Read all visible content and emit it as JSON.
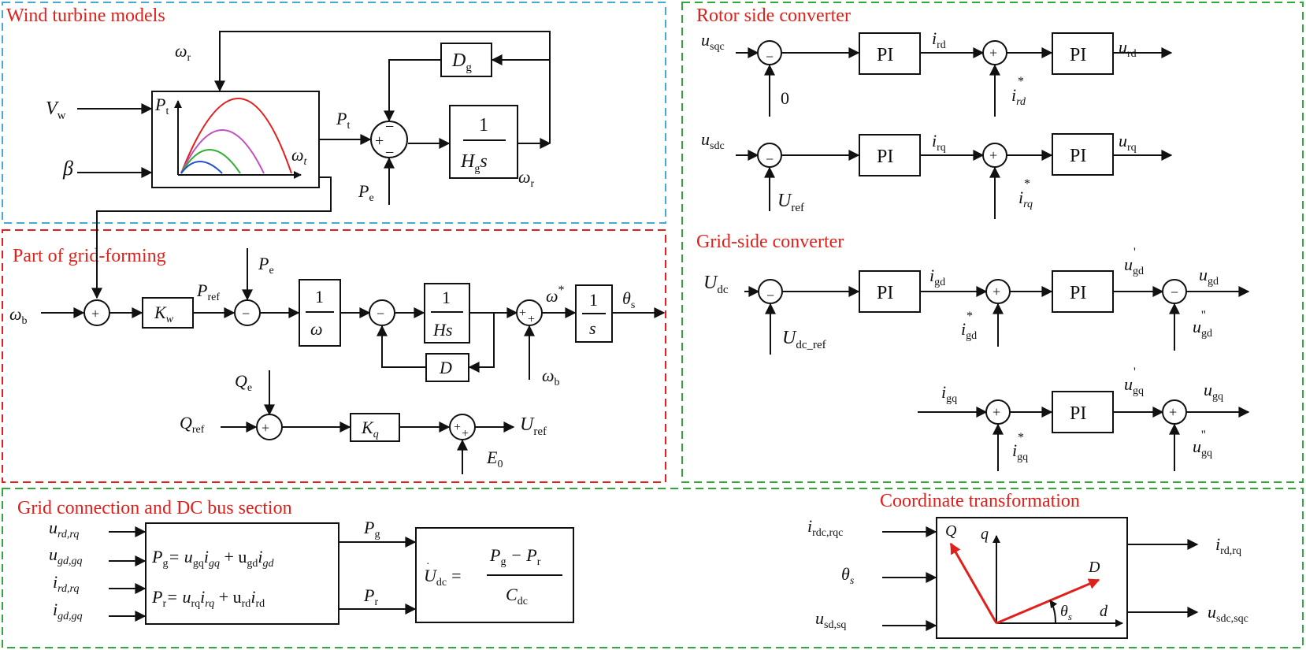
{
  "sections": {
    "wind_turbine": "Wind turbine models",
    "rotor_side": "Rotor side converter",
    "grid_forming": "Part of grid-forming",
    "grid_side": "Grid-side converter",
    "grid_connection": "Grid connection and DC bus section",
    "coordinate": "Coordinate transformation"
  },
  "wind": {
    "in_vw": "V",
    "in_vw_sub": "w",
    "in_beta": "β",
    "omega_r": "ω",
    "omega_r_sub": "r",
    "pt": "P",
    "pt_sub": "t",
    "omega_t": "ω",
    "omega_t_sub": "t",
    "dg": "D",
    "dg_sub": "g",
    "frac_num": "1",
    "frac_den_h": "H",
    "frac_den_sub": "g",
    "frac_den_s": "s",
    "pe": "P",
    "pe_sub": "e",
    "curve_colors": [
      "#e02020",
      "#c050c0",
      "#30b030",
      "#2050d0"
    ]
  },
  "rotor": {
    "usqc": "u",
    "usqc_sub": "sqc",
    "usdc": "u",
    "usdc_sub": "sdc",
    "zero": "0",
    "uref": "U",
    "uref_sub": "ref",
    "pi": "PI",
    "ird": "i",
    "ird_sub": "rd",
    "irq": "i",
    "irq_sub": "rq",
    "ird_star": "i",
    "ird_star_sub": "rd",
    "irq_star": "i",
    "irq_star_sub": "rq",
    "urd": "u",
    "urd_sub": "rd",
    "urq": "u",
    "urq_sub": "rq",
    "star": "*"
  },
  "gridform": {
    "omega_b": "ω",
    "omega_b_sub": "b",
    "kw": "K",
    "kw_sub": "w",
    "pref": "P",
    "pref_sub": "ref",
    "pe": "P",
    "pe_sub": "e",
    "one": "1",
    "omega": "ω",
    "hs": "Hs",
    "d": "D",
    "omega_star": "ω",
    "star": "*",
    "s": "s",
    "theta": "θ",
    "theta_sub": "s",
    "omega_b2": "ω",
    "omega_b2_sub": "b",
    "qe": "Q",
    "qe_sub": "e",
    "qref": "Q",
    "qref_sub": "ref",
    "kq": "K",
    "kq_sub": "q",
    "e0": "E",
    "e0_sub": "0",
    "uref": "U",
    "uref_sub": "ref"
  },
  "gridside": {
    "udc": "U",
    "udc_sub": "dc",
    "udc_ref": "U",
    "udc_ref_sub": "dc_ref",
    "pi": "PI",
    "igd": "i",
    "igd_sub": "gd",
    "igq": "i",
    "igq_sub": "gq",
    "igd_star": "i",
    "igd_star_sub": "gd",
    "igq_star": "i",
    "igq_star_sub": "gq",
    "ugd_p": "u",
    "ugd_p_sub": "gd",
    "ugq_p": "u",
    "ugq_p_sub": "gq",
    "ugd": "u",
    "ugd_sub": "gd",
    "ugq": "u",
    "ugq_sub": "gq",
    "ugd_pp": "u",
    "ugd_pp_sub": "gd",
    "ugq_pp": "u",
    "ugq_pp_sub": "gq",
    "prime": "'",
    "dprime": "''",
    "star": "*"
  },
  "gridconn": {
    "in1": "u",
    "in1_sub": "rd,rq",
    "in2": "u",
    "in2_sub": "gd,gq",
    "in3": "i",
    "in3_sub": "rd,rq",
    "in4": "i",
    "in4_sub": "gd,gq",
    "eq1": "P",
    "eq1_sub": "g",
    "eq1_rhs": "= u",
    "eq1_a": "gq",
    "eq1_b": "i",
    "eq1_c": "gq",
    "eq1_d": " + u",
    "eq1_e": "gd",
    "eq1_f": "i",
    "eq1_g": "gd",
    "eq2": "P",
    "eq2_sub": "r",
    "eq2_rhs": "= u",
    "eq2_a": "rq",
    "eq2_b": "i",
    "eq2_c": "rq",
    "eq2_d": " + u",
    "eq2_e": "rd",
    "eq2_f": "i",
    "eq2_g": "rd",
    "pg": "P",
    "pg_sub": "g",
    "pr": "P",
    "pr_sub": "r",
    "udc_dot": "U",
    "udc_dot_sub": "dc",
    "eq": "=",
    "frac_num": "P",
    "frac_num_s1": "g",
    "frac_num_mid": " − P",
    "frac_num_s2": "r",
    "frac_den": "C",
    "frac_den_sub": "dc"
  },
  "coord": {
    "in1": "i",
    "in1_sub": "rdc,rqc",
    "in2": "θ",
    "in2_sub": "s",
    "in3": "u",
    "in3_sub": "sd,sq",
    "q_big": "Q",
    "q_small": "q",
    "d_big": "D",
    "d_small": "d",
    "theta": "θ",
    "theta_sub": "s",
    "out1": "i",
    "out1_sub": "rd,rq",
    "out2": "u",
    "out2_sub": "sdc,sqc"
  },
  "signs": {
    "plus": "+",
    "minus": "−"
  },
  "colors": {
    "wind_border": "#4aa8d8",
    "grid_forming_border": "#e0201b",
    "green_border": "#2faa3a",
    "title": "#e0201b",
    "vector": "#e0201b"
  }
}
